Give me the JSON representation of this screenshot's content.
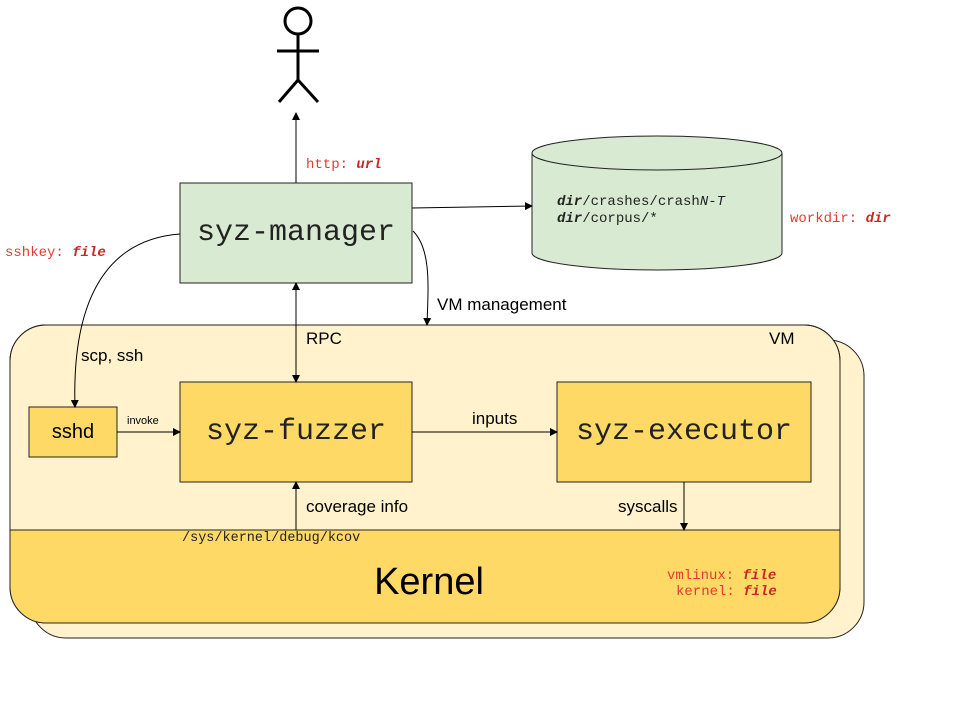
{
  "user": {
    "icon": "stick-figure-user-icon"
  },
  "manager": {
    "label": "syz-manager",
    "http_key": "http:",
    "http_val": "url",
    "sshkey_key": "sshkey:",
    "sshkey_val": "file",
    "vm_management": "VM management"
  },
  "workdir": {
    "line1_var": "dir",
    "line1_path": "/crashes/crash",
    "line1_n": "N",
    "line1_dash": "-",
    "line1_t": "T",
    "line2_var": "dir",
    "line2_path": "/corpus/*",
    "key": "workdir:",
    "val": "dir"
  },
  "vm": {
    "label": "VM",
    "rpc": "RPC",
    "scp_ssh": "scp, ssh",
    "invoke": "invoke",
    "inputs": "inputs",
    "coverage_info": "coverage info",
    "syscalls": "syscalls",
    "kcov_path": "/sys/kernel/debug/kcov"
  },
  "sshd": {
    "label": "sshd"
  },
  "fuzzer": {
    "label": "syz-fuzzer"
  },
  "executor": {
    "label": "syz-executor"
  },
  "kernel": {
    "label": "Kernel",
    "vmlinux_key": "vmlinux:",
    "vmlinux_val": "file",
    "kernel_key": "kernel:",
    "kernel_val": "file"
  },
  "colors": {
    "manager_fill": "#d9ead3",
    "vm_fill": "#fff2cc",
    "component_fill": "#ffd966",
    "red": "#e53935"
  }
}
